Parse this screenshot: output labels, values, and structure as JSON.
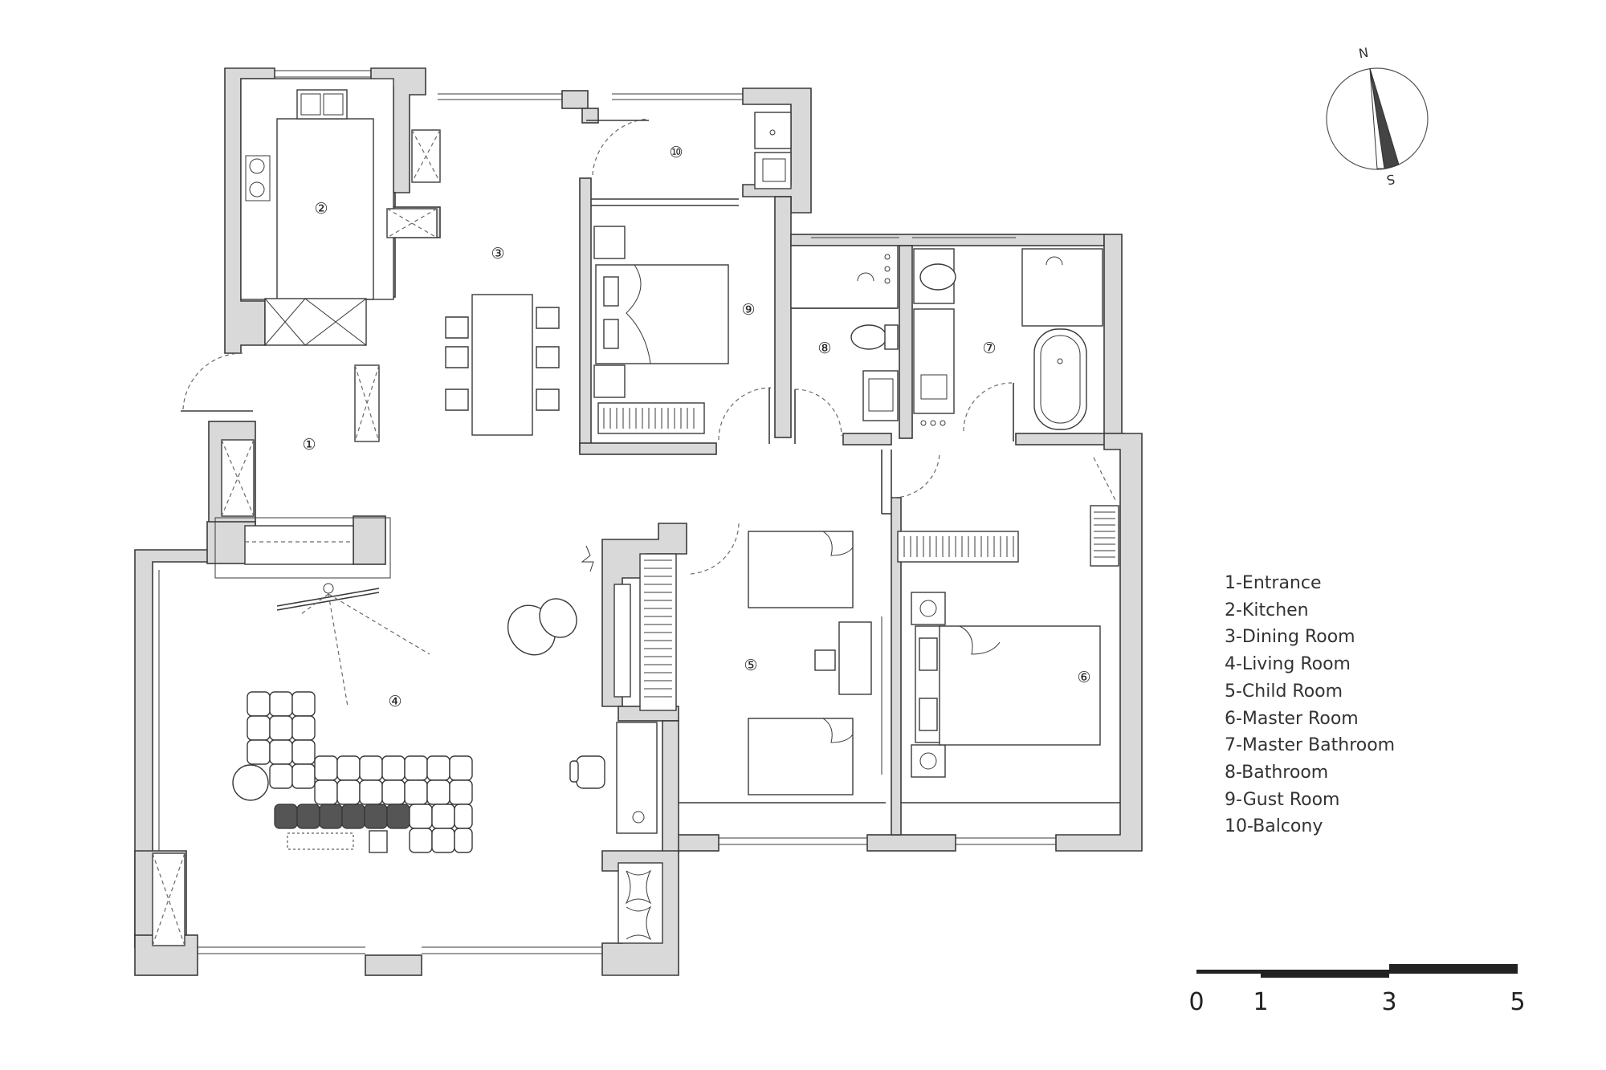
{
  "legend": [
    "1-Entrance",
    "2-Kitchen",
    "3-Dining Room",
    "4-Living Room",
    "5-Child Room",
    "6-Master Room",
    "7-Master Bathroom",
    "8-Bathroom",
    "9-Gust Room",
    "10-Balcony"
  ],
  "room_numbers": {
    "entrance": "①",
    "kitchen": "②",
    "dining": "③",
    "living": "④",
    "child": "⑤",
    "master": "⑥",
    "master_bath": "⑦",
    "bath": "⑧",
    "guest": "⑨",
    "balcony": "⑩"
  },
  "scale": {
    "labels": [
      "0",
      "1",
      "3",
      "5"
    ]
  },
  "compass": {
    "north": "N",
    "south": "S"
  },
  "colors": {
    "wall_fill": "#d9d9d9",
    "line": "#3a3a3a",
    "background": "#ffffff"
  }
}
